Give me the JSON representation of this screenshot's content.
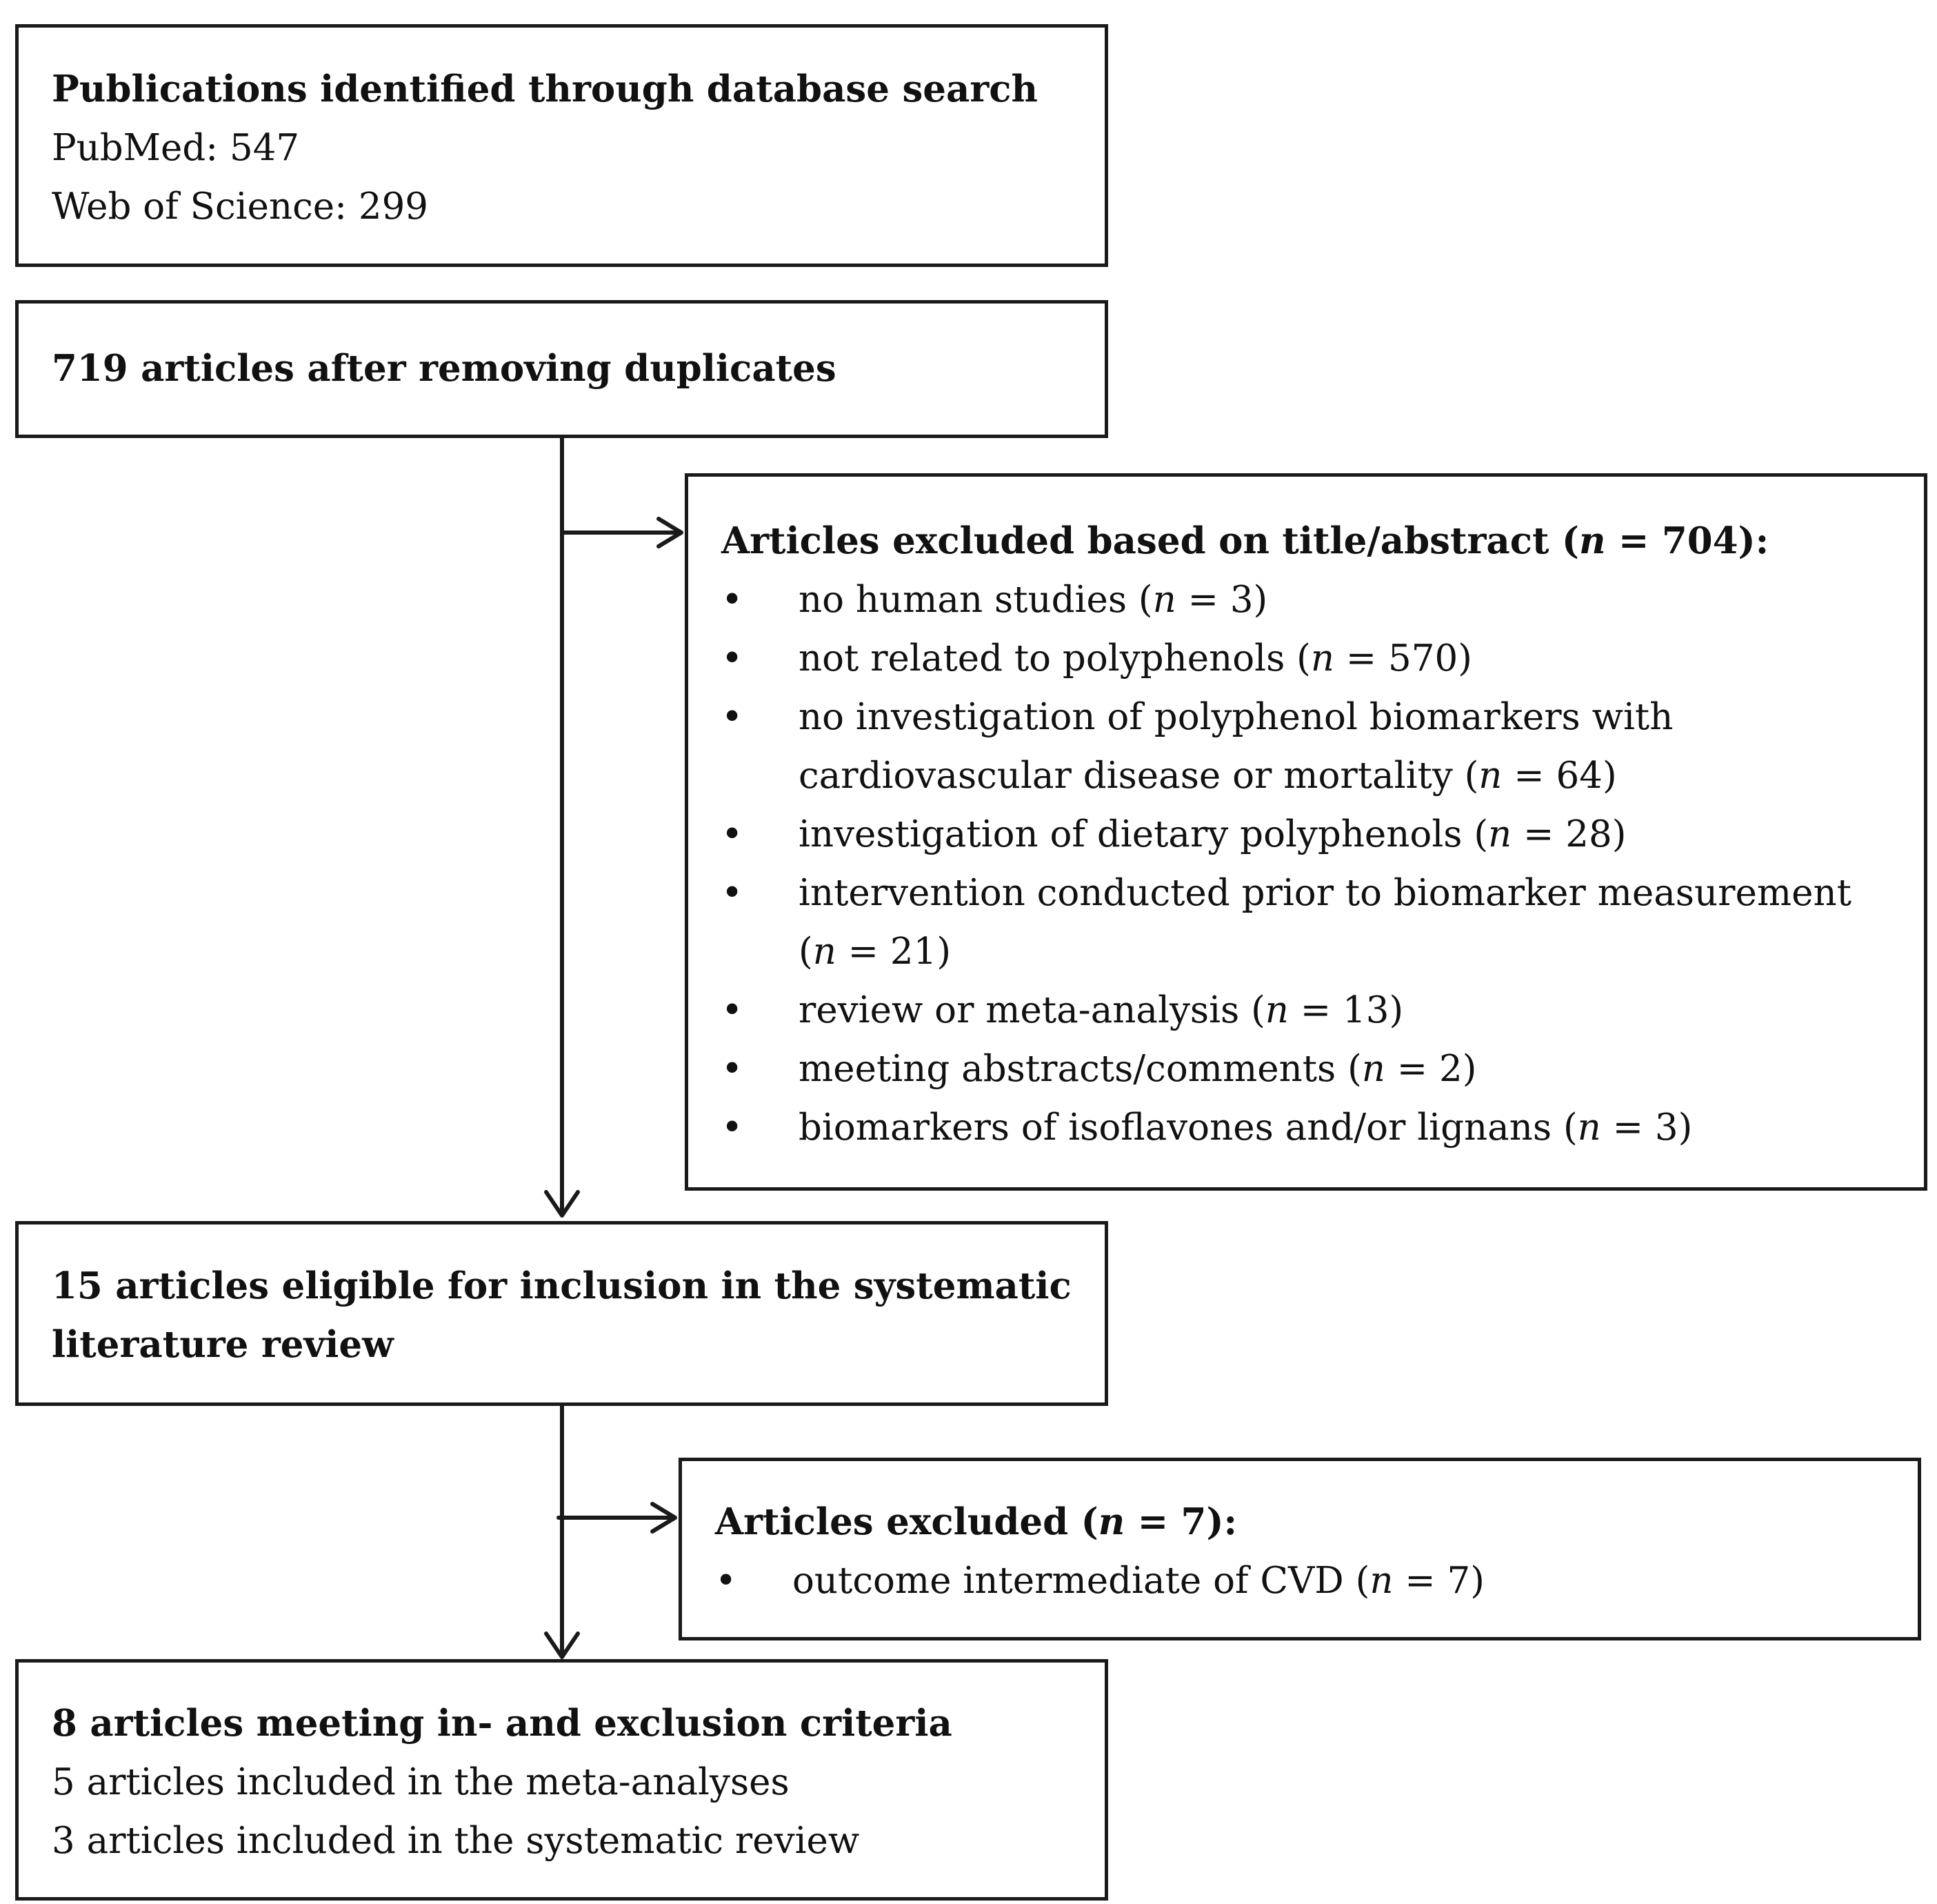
{
  "box_search": {
    "title": "Publications identified through database search",
    "lines": [
      "PubMed: 547",
      "Web of Science: 299"
    ]
  },
  "box_duplicates": {
    "title": "719 articles after removing duplicates"
  },
  "box_excluded1": {
    "title": "Articles excluded based on title/abstract (n = 704):",
    "bullet_symbol": "•",
    "items": [
      [
        "no human studies (n = 3)"
      ],
      [
        "not related to polyphenols (n = 570)"
      ],
      [
        "no investigation of polyphenol biomarkers with",
        "cardiovascular disease or mortality (n = 64)"
      ],
      [
        "investigation of dietary polyphenols (n = 28)"
      ],
      [
        "intervention conducted prior to biomarker measurement",
        "(n = 21)"
      ],
      [
        "review or meta-analysis (n = 13)"
      ],
      [
        "meeting abstracts/comments (n = 2)"
      ],
      [
        "biomarkers of isoflavones and/or lignans (n = 3)"
      ]
    ]
  },
  "box_eligible": {
    "lines": [
      "15 articles eligible for inclusion in the systematic",
      "literature review"
    ]
  },
  "box_excluded2": {
    "title": "Articles excluded (n = 7):",
    "bullet_symbol": "•",
    "items": [
      [
        "outcome intermediate of CVD (n = 7)"
      ]
    ]
  },
  "box_final": {
    "title": "8 articles meeting in- and exclusion criteria",
    "lines": [
      "5 articles included in the meta-analyses",
      "3 articles included in the systematic review"
    ]
  }
}
